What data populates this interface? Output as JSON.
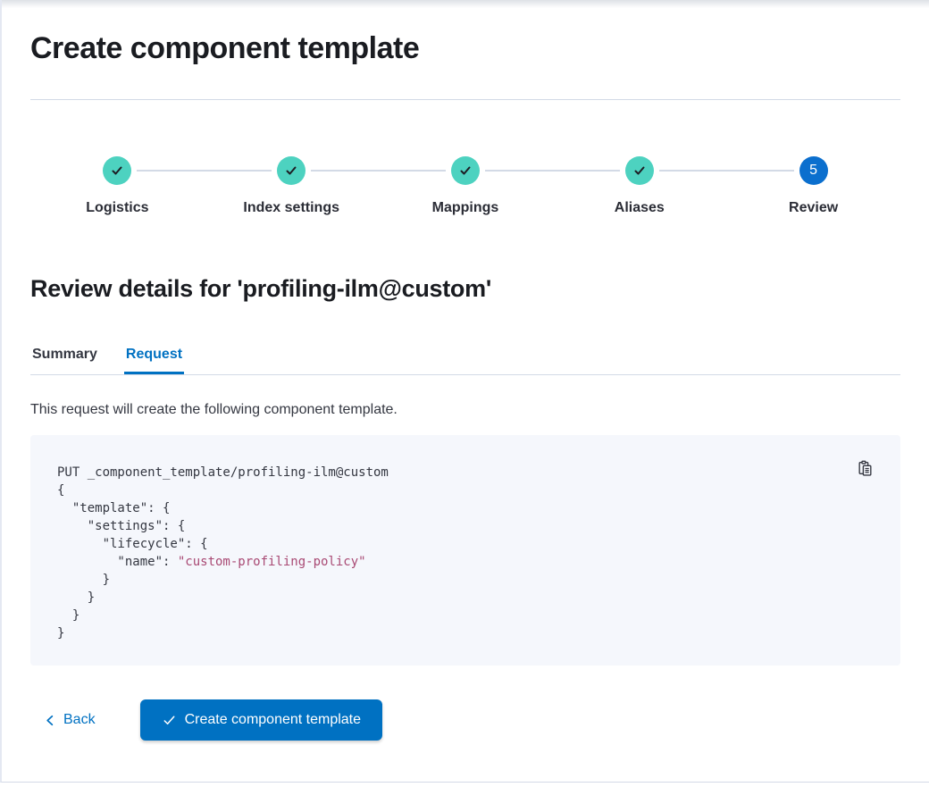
{
  "page": {
    "title": "Create component template"
  },
  "stepper": {
    "steps": [
      {
        "label": "Logistics",
        "status": "complete"
      },
      {
        "label": "Index settings",
        "status": "complete"
      },
      {
        "label": "Mappings",
        "status": "complete"
      },
      {
        "label": "Aliases",
        "status": "complete"
      },
      {
        "label": "Review",
        "status": "current",
        "number": "5"
      }
    ]
  },
  "review": {
    "heading": "Review details for 'profiling-ilm@custom'",
    "tabs": [
      {
        "label": "Summary",
        "selected": false
      },
      {
        "label": "Request",
        "selected": true
      }
    ],
    "description": "This request will create the following component template."
  },
  "code_block": {
    "copy_icon": "copy-clipboard-icon",
    "lines": [
      {
        "text": "PUT _component_template/profiling-ilm@custom"
      },
      {
        "text": "{"
      },
      {
        "text": "  \"template\": {"
      },
      {
        "text": "    \"settings\": {"
      },
      {
        "text": "      \"lifecycle\": {"
      },
      {
        "text": "        \"name\": ",
        "string": "\"custom-profiling-policy\""
      },
      {
        "text": "      }"
      },
      {
        "text": "    }"
      },
      {
        "text": "  }"
      },
      {
        "text": "}"
      }
    ]
  },
  "footer": {
    "back_label": "Back",
    "create_label": "Create component template"
  },
  "colors": {
    "primary": "#0071c2",
    "step_complete": "#4dd2c0",
    "step_current": "#0b6fce",
    "border": "#d3dae6",
    "code_bg": "#f5f7fc",
    "code_string": "#a94a74",
    "heading": "#1a1c21",
    "text": "#343741"
  }
}
